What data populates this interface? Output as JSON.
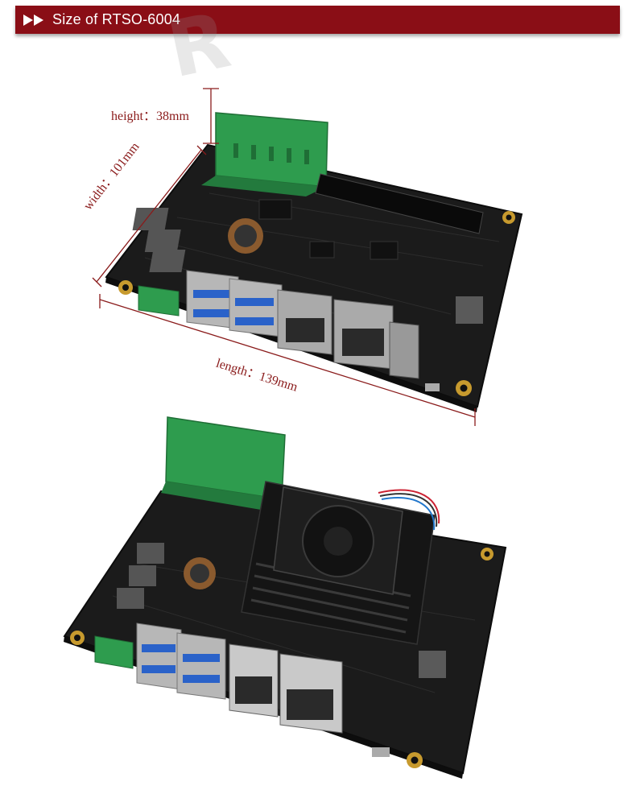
{
  "header": {
    "title": "Size of RTSO-6004"
  },
  "dimensions": {
    "height": "height：38mm",
    "width": "width：101mm",
    "length": "length：139mm"
  },
  "colors": {
    "header_bg": "#8a0e16",
    "dimension_line": "#8a1b1b",
    "board": "#1c1c1c",
    "terminal_green": "#2e9c4e"
  }
}
